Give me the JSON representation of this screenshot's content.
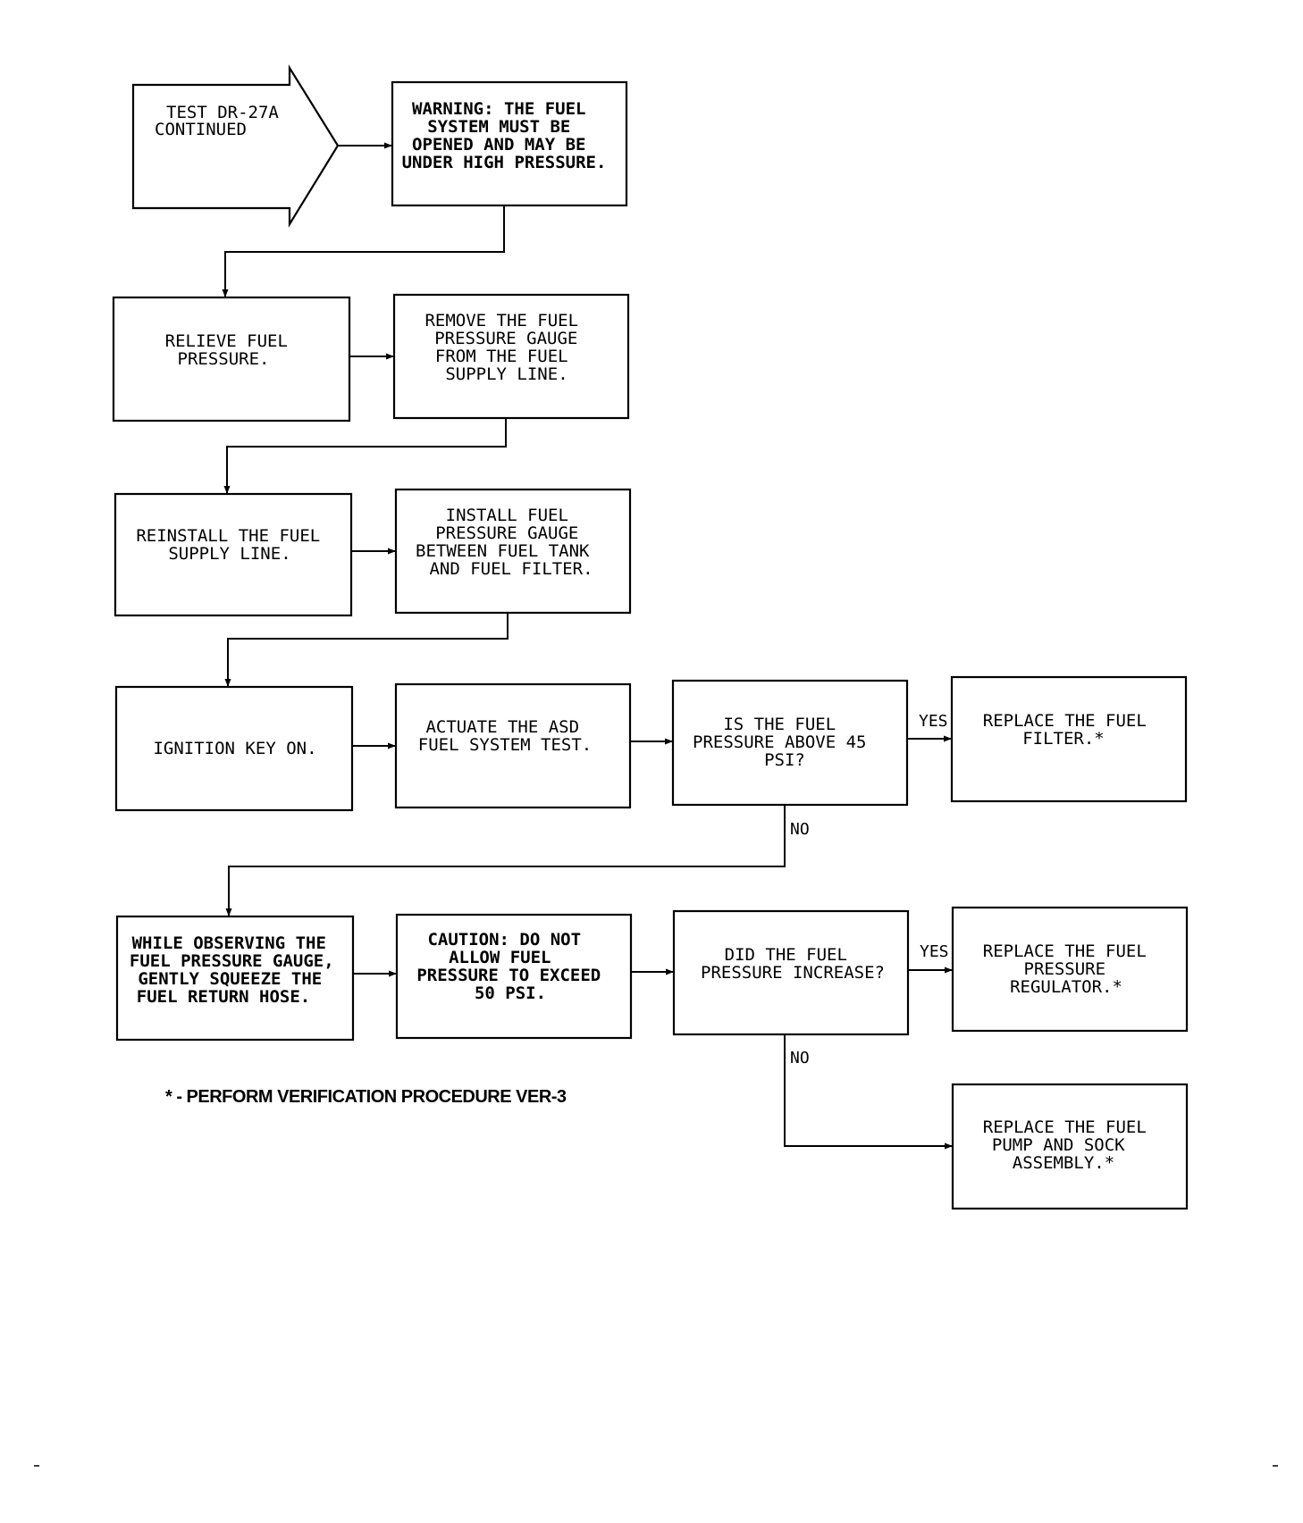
{
  "diagram": {
    "start": {
      "lines": [
        "TEST DR-27A",
        "CONTINUED"
      ]
    },
    "warning": {
      "lines": [
        "WARNING: THE FUEL",
        "SYSTEM MUST BE",
        "OPENED AND MAY BE",
        "UNDER HIGH PRESSURE."
      ]
    },
    "relieve": {
      "lines": [
        "RELIEVE FUEL",
        "PRESSURE."
      ]
    },
    "remove_gauge": {
      "lines": [
        "REMOVE THE FUEL",
        "PRESSURE GAUGE",
        "FROM THE FUEL",
        "SUPPLY LINE."
      ]
    },
    "reinstall": {
      "lines": [
        "REINSTALL THE FUEL",
        "SUPPLY LINE."
      ]
    },
    "install_gauge": {
      "lines": [
        "INSTALL FUEL",
        "PRESSURE GAUGE",
        "BETWEEN FUEL TANK",
        "AND FUEL FILTER."
      ]
    },
    "ignition": {
      "lines": [
        "IGNITION KEY ON."
      ]
    },
    "actuate": {
      "lines": [
        "ACTUATE THE ASD",
        "FUEL SYSTEM TEST."
      ]
    },
    "question1": {
      "lines": [
        "IS THE FUEL",
        "PRESSURE ABOVE 45",
        "PSI?"
      ]
    },
    "replace_filter": {
      "lines": [
        "REPLACE THE FUEL",
        "FILTER.*"
      ]
    },
    "observe": {
      "lines": [
        "WHILE OBSERVING THE",
        "FUEL PRESSURE GAUGE,",
        "GENTLY SQUEEZE THE",
        "FUEL RETURN HOSE."
      ]
    },
    "caution": {
      "lines": [
        "CAUTION: DO NOT",
        "ALLOW FUEL",
        "PRESSURE TO EXCEED",
        "50 PSI."
      ]
    },
    "question2": {
      "lines": [
        "DID THE FUEL",
        "PRESSURE INCREASE?"
      ]
    },
    "replace_regulator": {
      "lines": [
        "REPLACE THE FUEL",
        "PRESSURE",
        "REGULATOR.*"
      ]
    },
    "replace_pump": {
      "lines": [
        "REPLACE THE FUEL",
        "PUMP AND SOCK",
        "ASSEMBLY.*"
      ]
    },
    "labels": {
      "yes": "YES",
      "no": "NO"
    },
    "footnote": "* - PERFORM VERIFICATION PROCEDURE VER-3"
  }
}
